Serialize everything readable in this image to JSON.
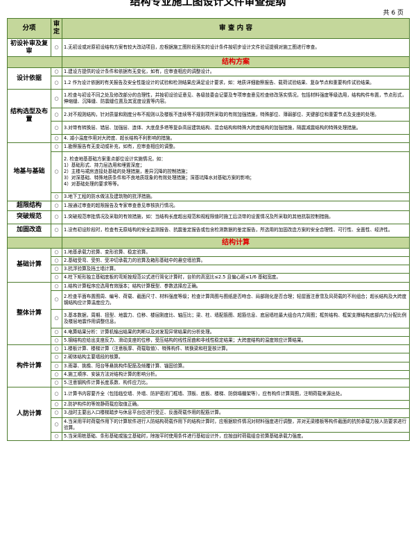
{
  "title": "结构专业施工图设计文件审查提纲",
  "page_count": "共 6 页",
  "headers": {
    "category": "分项",
    "check": "审定",
    "content": "审 查 内 容"
  },
  "check_mark": "○",
  "rows": [
    {
      "kind": "item",
      "cat": "初设补审及复审",
      "span": 1,
      "h": 26,
      "text": "1.无初设或对原初设结构方案有较大改动项目，应根据施工图阶段落实的设计条件按初步设计文件验证提纲对施工图进行审查。"
    },
    {
      "kind": "section",
      "text": "结构方案"
    },
    {
      "kind": "item",
      "cat": "设计依据",
      "span": 2,
      "h": 12,
      "text": "1.建设方提供的设计条件和依据有无变化，如有，应审查相应的调整设计。"
    },
    {
      "kind": "item",
      "h": 19,
      "text": "1.2 作为设计依据的有关报告及安全性能设计的试验和检测结果应满足设计要求，如：地质详细勘察报告、载荷试验结果、复杂节点和重要构件试验结果。"
    },
    {
      "kind": "item",
      "cat": "结构选型及布置",
      "span": 4,
      "h": 27,
      "text": "1.检查与初设不同之处及修改部分的合理性，并按初设验证意见、各级技委会记要及专项审查意见检查修改落实情况，包括材料强度等级选用，结构构件布置，节点形式，伸缩缝、沉降缝、防震缝位置及其宽度设置等内容。"
    },
    {
      "kind": "item",
      "h": 19,
      "text": "2.对不规则结构，针对质量和刚度分布不规则以及楼板不连续等不规则项所采取的有效加强措施，特殊部位、薄弱部位、关键部位和重要节点及支座的处理。"
    },
    {
      "kind": "item",
      "h": 19,
      "text": "3.对带有转换层、错层、加强层、连体、大底盘多塔等复杂高层建筑结构、混合结构和特殊大跨度结构的加强措施，隔震减震结构的特殊处理措施。"
    },
    {
      "kind": "item",
      "h": 12,
      "text": "4. 减小温度作用对大跨度、超长结构不利影响的措施。"
    },
    {
      "kind": "item",
      "cat": "地基与基础",
      "span": 3,
      "h": 12,
      "text": "1.勘察报告有无变动或补充，如有，应审查相应的调整。"
    },
    {
      "kind": "list",
      "h": 59,
      "lines": [
        "2. 检查地基基础方案重点部位设计实施情况，如：",
        "1）基础形式、持力层选用和埋置深度；",
        "2）主楼与裙房连接处基础的处理措施，差异沉降的控制措施；",
        "3）对深基础、特殊地质条件和不良地质现象的有效处理措施；深基坑降水对基础方案的影响；",
        "4）对基础处理的要求等等。"
      ]
    },
    {
      "kind": "item",
      "h": 12,
      "text": "3.地下工程的防水做法及建筑物的抗浮措施。"
    },
    {
      "kind": "item",
      "cat": "超限结构",
      "span": 1,
      "h": 12,
      "text": "1.按通过审查的超限报告及专家审查意见审核执行情况。"
    },
    {
      "kind": "item",
      "cat": "突破规范",
      "span": 1,
      "h": 19,
      "text": "1.突破规范审批情况及采取的有效措施，如：当结构长度超出规范和规程限值时施工后浇带的设置情况及所采取的其他抗裂控制措施。"
    },
    {
      "kind": "item",
      "cat": "加固改造",
      "span": 1,
      "h": 19,
      "text": "1.没有初设阶段时，检查有无原结构的安全监测报告、抗震鉴定报告或包含检测数据的鉴定报告，所选用的加固改造方案的安全合理性、可行性、全面性、经济性。"
    },
    {
      "kind": "section",
      "text": "结构计算"
    },
    {
      "kind": "item",
      "cat": "基础计算",
      "span": 4,
      "h": 12,
      "text": "1.地基承载力验算、变形验算、稳定验算。"
    },
    {
      "kind": "item",
      "h": 12,
      "text": "2.基础受弯、受剪、受冲切承载力的验算及箱形基础中的悬空墙验算。"
    },
    {
      "kind": "item",
      "h": 12,
      "text": "3.抗浮验算及挡土墙计算。"
    },
    {
      "kind": "item",
      "h": 12,
      "text": "4.柱下矩形独立基础底板的弯矩按规范公式进行简化计算时，台阶的高宽比≤2.5 且偏心距≤1/6 基础宽度。"
    },
    {
      "kind": "item",
      "cat": "整体计算",
      "span": 5,
      "h": 12,
      "text": "1.结构计算程序应选用有效版本；结构计算模型、参数选择应正确。"
    },
    {
      "kind": "item",
      "h": 27,
      "text": "2.检查平面布置图周、编号、荷载、截面尺寸、材料强度等级；检查计算简图与图纸是否吻合、局部刚化是否合理；轻屋面注意雪及风荷载的不利组合；超长结构及大跨度钢结构应计算温度应力。"
    },
    {
      "kind": "item",
      "h": 27,
      "text": "3.基本数据，周期、扭型、地震力、位移、楼层刚度比、轴压比；梁、柱、墙配筋图、超筋信息、底层墙柱最大组合内力简图；框剪结构、框架支撑结构底部内力分配比例及楼层地震作用调整信息。"
    },
    {
      "kind": "item",
      "h": 12,
      "text": "4.电算结果分析：计算机输出结果的判断以及对发现异常结果的分析处理。"
    },
    {
      "kind": "item",
      "h": 12,
      "text": "5.钢结构应给出支座反力、滑动支座的位移，受压结构的线性屈曲和非线性稳定结果；大跨度结构的温度效应计算结果。"
    },
    {
      "kind": "item",
      "cat": "构件计算",
      "span": 5,
      "h": 12,
      "text": "1.楼板计算、楼梯计算（注意板厚、荷载取值）、特殊构件、转换梁和柱复核计算。"
    },
    {
      "kind": "item",
      "h": 12,
      "text": "2.砌体结构主要墙段的核算。"
    },
    {
      "kind": "item",
      "h": 12,
      "text": "3.雨罩、挑檐、阳台等悬挑构件配筋及倾覆计算、锚固验算。"
    },
    {
      "kind": "item",
      "h": 12,
      "text": "4.施工顺序、安装方法对结构计算的影响分析。"
    },
    {
      "kind": "item",
      "h": 12,
      "text": "5.注意钢构件计算长度系数、构件应力比。"
    },
    {
      "kind": "item",
      "cat": "人防计算",
      "span": 5,
      "h": 19,
      "text": "1.计算书内容要齐全（包括临空墙、外墙、防护密闭门框墙、顶板、底板、楼梯、防倒塌棚架等），应有构件计算简图，注明荷载来源出处。"
    },
    {
      "kind": "item",
      "h": 12,
      "text": "2.防护构件的等效静荷载应取值正确。"
    },
    {
      "kind": "item",
      "h": 12,
      "text": "3.战时主要出入口楼梯踏步与休息平台应进行受正、反面荷载作用的配筋计算。"
    },
    {
      "kind": "item",
      "h": 19,
      "text": "4.当采用平时荷载作用下的计算软件进行人防结构荷载作用下的结构计算时，应根据软件情况对材料强度进行调整，并对无梁楼板等构件截面的抗剪承载力按人防要求进行验算。"
    },
    {
      "kind": "item",
      "h": 12,
      "text": "5.当采用桩基础、条形基础或独立基础时，除按平时使用条件进行基础设计外，应按战时荷载组合验算基础承载力强度。"
    }
  ]
}
